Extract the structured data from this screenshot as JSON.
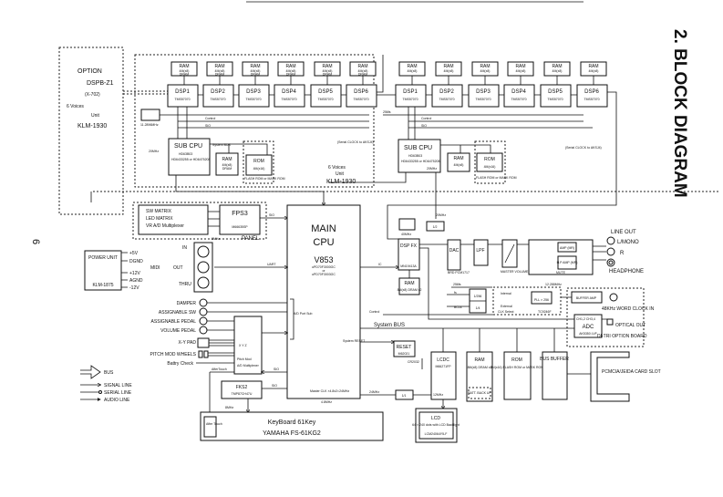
{
  "page": {
    "title": "2. BLOCK DIAGRAM",
    "page_number": "6"
  },
  "option": {
    "title": "OPTION",
    "model": "DSPB-Z1",
    "code": "(X-702)",
    "voices": "6 Voices",
    "unit": "Unit",
    "klm": "KLM-1930"
  },
  "dsp_unit_left": {
    "ram_label": "RAM",
    "ram_spec": "4M(x8)",
    "ram_type": "DRAM",
    "dsps": [
      "DSP1",
      "DSP2",
      "DSP3",
      "DSP4",
      "DSP5",
      "DSP6"
    ],
    "dsp_chip": "TMS57070",
    "crystal": "11.2896MHz",
    "control": "Control",
    "sio": "SIO",
    "sub_cpu": "SUB CPU",
    "sub_cpu_chip": "HD63B03",
    "sub_cpu_alt": "HD6433255 or HD6475208",
    "sub_clock": "20MHz",
    "system_bus": "System BUS",
    "rom": "ROM",
    "rom_spec": "4M(x16)",
    "flash": "FLASH ROM or MASK ROM",
    "serial_clock": "(Serial CLOCK to AKSJ4)",
    "voices": "6 Voices",
    "unit": "Unit",
    "klm": "KLM-1930"
  },
  "dsp_unit_right": {
    "dsps": [
      "DSP1",
      "DSP2",
      "DSP3",
      "DSP4",
      "DSP5",
      "DSP6"
    ],
    "fs": "256fs",
    "sub_cpu": "SUB CPU",
    "sub_clock": "20MHz"
  },
  "panel": {
    "sw": "SW MATRIX",
    "led": "LED MATRIX",
    "vr": "VR A/D Multiplexer",
    "fps": "FPS3",
    "fps_chip": "M66635SP",
    "label": "PANEL",
    "sio": "SIO",
    "clk": "8MHz"
  },
  "main_cpu": {
    "title1": "MAIN",
    "title2": "CPU",
    "chip": "V853",
    "part1": "uPD70F3000GC",
    "or": "or",
    "part2": "uPD70F3003GC",
    "port": "A/D Port Sub",
    "reset": "System RESET",
    "clock": "Master CLK ×4.8x2=24MHz",
    "clk_xtal": "4.8MHz",
    "sio": "SIO",
    "uart": "UART",
    "ic": "IC"
  },
  "power": {
    "title": "POWER UNIT",
    "klm": "KLM-1875",
    "rails": [
      "+5V",
      "DGND",
      "+12V",
      "AGND",
      "-12V"
    ]
  },
  "midi": {
    "label": "MIDI",
    "ports": [
      "IN",
      "OUT",
      "THRU"
    ]
  },
  "inputs": {
    "items": [
      "DAMPER",
      "ASSIGNABLE SW",
      "ASSIGNABLE PEDAL",
      "VOLUME PEDAL",
      "X-Y PAD",
      "PITCH MOD WHEELS",
      "Battry Check"
    ]
  },
  "adc_mux": {
    "label": "A/D Multiplexer",
    "xyz": "X Y Z",
    "pitch": "Pitch Mod",
    "aftertouch": "AfterTouch",
    "sio": "SIO"
  },
  "fks": {
    "title": "FKS2",
    "chip": "TMP87CH47U",
    "clk": "8MHz"
  },
  "keyboard": {
    "line1": "KeyBoard 61Key",
    "line2": "YAMAHA FS-61KG2",
    "after": "After Touch"
  },
  "legend": {
    "bus": "BUS",
    "signal": "SIGNAL LINE",
    "serial": "SERIAL LINE",
    "audio": "AUDIO LINE"
  },
  "dspfx": {
    "title": "DSP FX",
    "chip": "MN19413A",
    "ram": "RAM",
    "ram_spec": "8M(x8) DRAM x2",
    "xtal": "40MHz",
    "half": "1/2",
    "clk20": "20MHz",
    "clk40": "40MHz"
  },
  "audio": {
    "dac": "DAC",
    "dac_chip": "BRD PCM1717",
    "lpf": "LPF",
    "master": "MASTER VOLUME",
    "amp": "AMP (MR)",
    "hpamp": "H.P AMP (MR)",
    "mute": "MUTE",
    "line_out": "LINE OUT",
    "l_mono": "L/MONO",
    "r": "R",
    "headphone": "HEADPHONE"
  },
  "clock": {
    "div256": "1/256",
    "div4": "1/4",
    "fs": "fs",
    "bclk": "BCLk",
    "fs256": "256fs",
    "internal": "Internal",
    "external": "External",
    "clk_select": "CLK Select",
    "pll": "PLL × 256",
    "pll_chip": "TC9246F",
    "xtal": "12.288MHz"
  },
  "ditri": {
    "buffer": "BUFFER AMP",
    "word": "48KHz WORD CLOCK IN",
    "adc": "ADC",
    "adc_chip": "AK5350 LVF",
    "ch": "CH1,2 CH3,4",
    "optical": "OPTICAL OUT",
    "board": "DI-TRI OPTION BOARD"
  },
  "bus": {
    "system_bus": "System BUS",
    "control": "Control",
    "reset": "RESET",
    "reset_chip": "M62021",
    "battery": "CR2032",
    "lcdc": "LCDC",
    "lcdc_chip": "M66271FP",
    "lcdc_clk": "12MHz",
    "ram": "RAM",
    "ram_spec": "8M(x8) DRAM x2",
    "backup": "BATT. BACK UP",
    "rom": "ROM",
    "rom_spec": "8M(x16) FLASH ROM or MASK ROM",
    "bus_buffer": "BUS BUFFER",
    "pcmcia": "PCMCIA/JEIDA CARD SLOT",
    "div": "1/1",
    "clk24": "24MHz"
  },
  "lcd": {
    "title": "LCD",
    "spec": "64 × 240 dots with LCD Backlight",
    "part": "LCM24064Y5-F"
  }
}
